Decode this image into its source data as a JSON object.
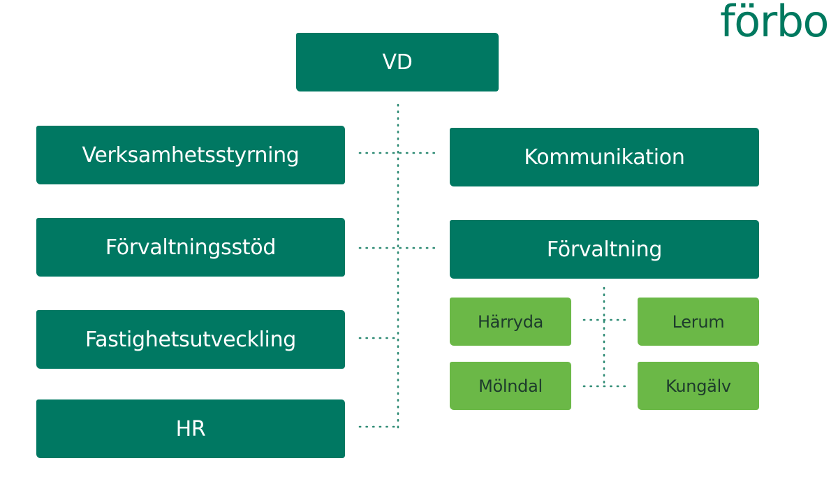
{
  "logo": {
    "text": "förbo"
  },
  "colors": {
    "primary": "#007862",
    "secondary": "#6bb847",
    "secondary_text": "#1d3b2c",
    "connector": "#2e8b74"
  },
  "top": {
    "label": "VD"
  },
  "left_units": [
    {
      "label": "Verksamhetsstyrning"
    },
    {
      "label": "Förvaltningsstöd"
    },
    {
      "label": "Fastighetsutveckling"
    },
    {
      "label": "HR"
    }
  ],
  "right_units": [
    {
      "label": "Kommunikation"
    },
    {
      "label": "Förvaltning"
    }
  ],
  "districts": [
    {
      "label": "Härryda"
    },
    {
      "label": "Lerum"
    },
    {
      "label": "Mölndal"
    },
    {
      "label": "Kungälv"
    }
  ]
}
